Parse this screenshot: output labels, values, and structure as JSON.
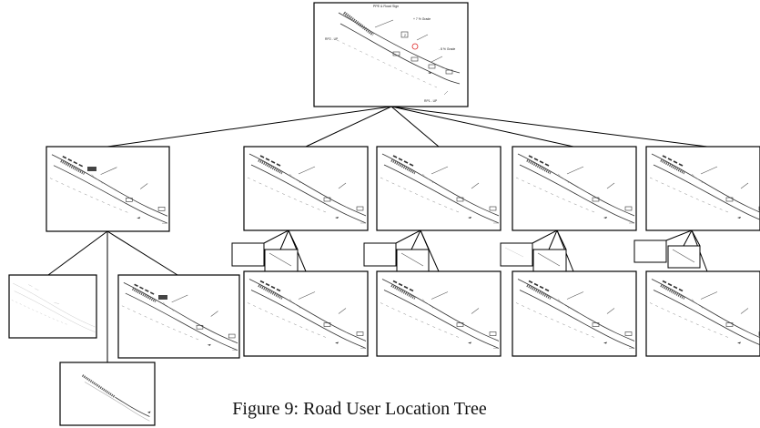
{
  "root_labels": {
    "callout_top": "PPE & Road Sign",
    "grade_up": "+ 7 % Grade",
    "grade_down": "- 8 % Grade",
    "sign_num": "2",
    "rp_left": "RP2 - UP",
    "rp_bottom": "RP1 - UP"
  },
  "caption": "Figure 9: Road User Location Tree"
}
